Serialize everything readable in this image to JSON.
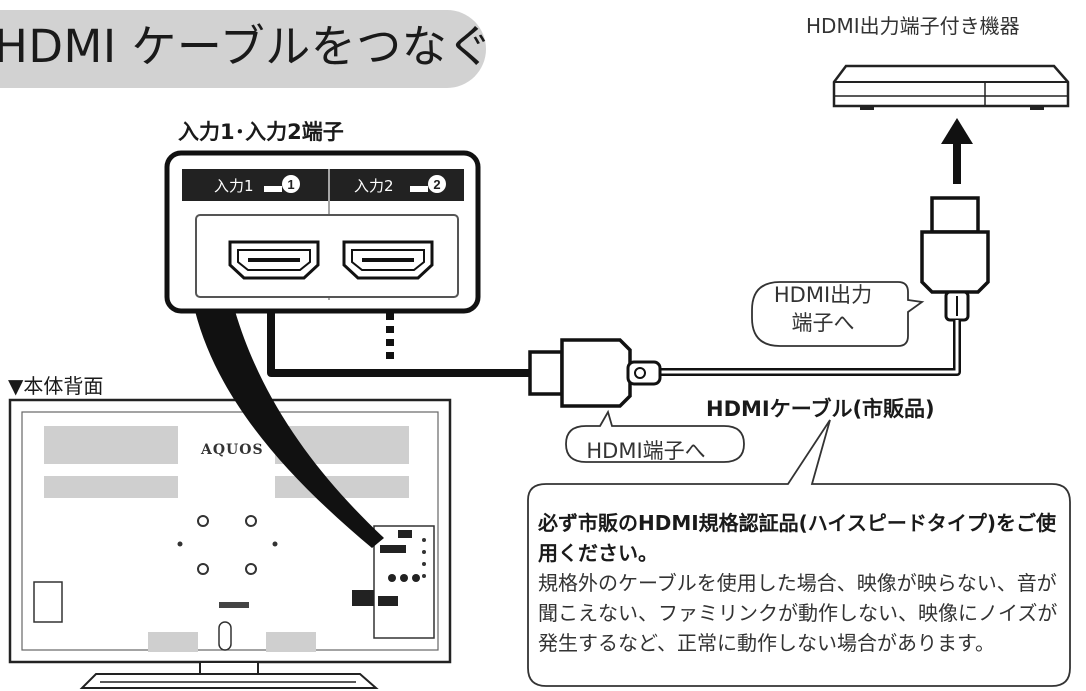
{
  "title": "HDMI ケーブルをつなぐ",
  "device_label": "HDMI出力端子付き機器",
  "ports_label": "入力1･入力2端子",
  "ports": [
    {
      "label": "入力1",
      "number": "1"
    },
    {
      "label": "入力2",
      "number": "2"
    }
  ],
  "callout_output": "HDMI出力\n端子へ",
  "callout_input": "HDMI端子へ",
  "cable_label": "HDMIケーブル(市販品)",
  "tv_back_label": "▼本体背面",
  "tv_logo": "AQUOS",
  "note": {
    "title": "必ず市販のHDMI規格認証品(ハイスピードタイプ)をご使用ください。",
    "body": "規格外のケーブルを使用した場合、映像が映らない、音が聞こえない、ファミリンクが動作しない、映像にノイズが発生するなど、正常に動作しない場合があります。"
  }
}
